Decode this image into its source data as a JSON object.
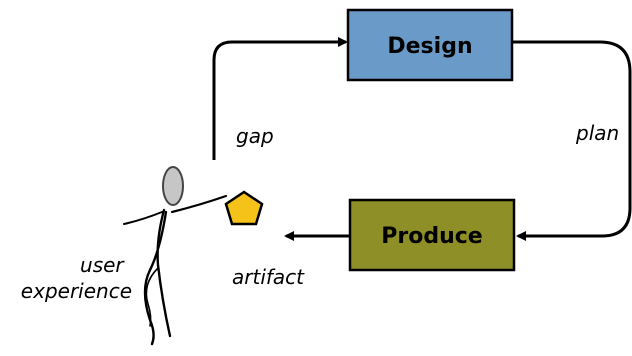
{
  "diagram": {
    "nodes": {
      "design": {
        "label": "Design",
        "fill": "#6a9bc8"
      },
      "produce": {
        "label": "Produce",
        "fill": "#8e8f26"
      }
    },
    "edges": {
      "gap": "gap",
      "plan": "plan",
      "artifact": "artifact"
    },
    "person_label": [
      "user",
      "experience"
    ],
    "artifact_color": "#f5c21a"
  }
}
